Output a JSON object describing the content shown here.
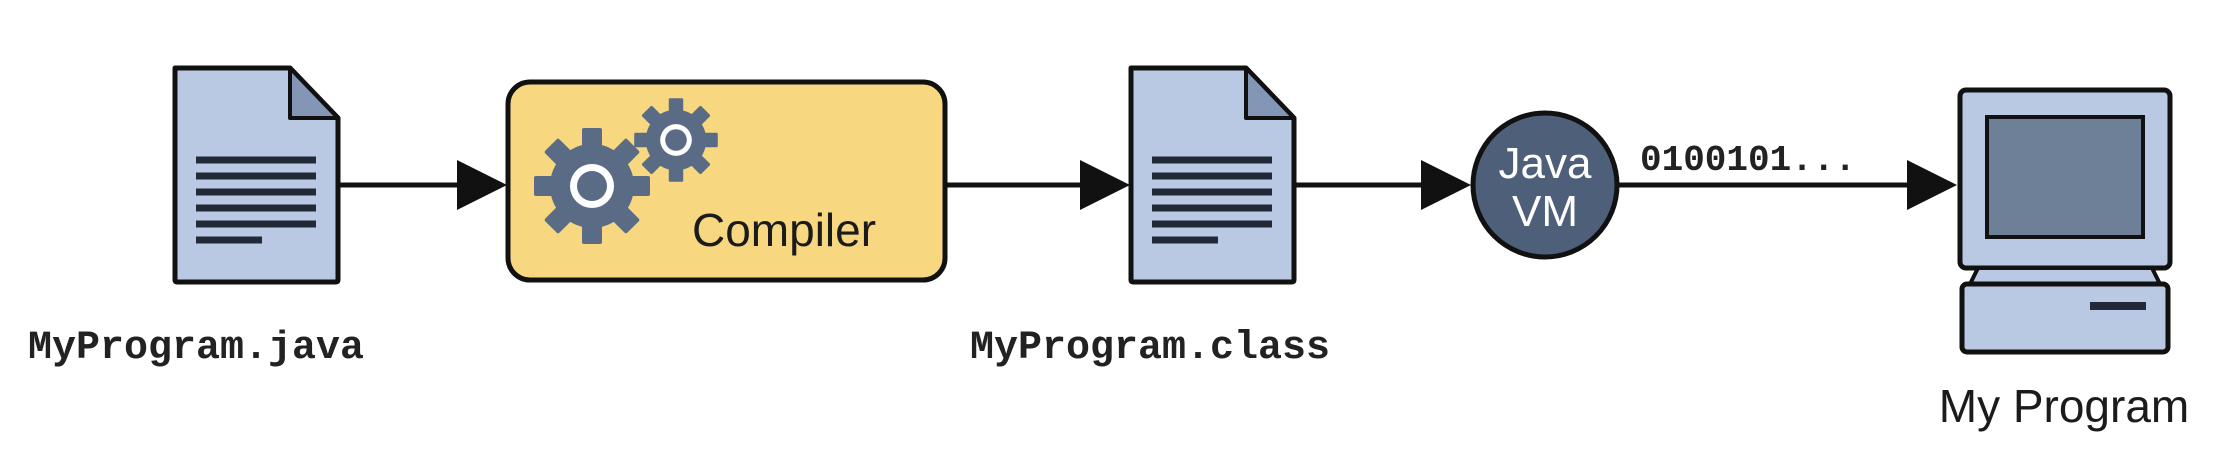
{
  "diagram": {
    "nodes": {
      "source_file": {
        "label": "MyProgram.java"
      },
      "compiler": {
        "label": "Compiler"
      },
      "class_file": {
        "label": "MyProgram.class"
      },
      "java_vm": {
        "line1": "Java",
        "line2": "VM"
      },
      "computer": {
        "label": "My Program"
      }
    },
    "edges": {
      "vm_to_computer": {
        "label": "0100101..."
      }
    },
    "colors": {
      "document_fill": "#b9c9e3",
      "document_stroke": "#111111",
      "compiler_fill": "#f7d77f",
      "gear_fill": "#5a6b85",
      "vm_fill": "#4e5f79",
      "screen_fill": "#6e7f98",
      "arrow": "#111111"
    },
    "icons": [
      "document-icon",
      "gear-icon",
      "computer-icon"
    ]
  }
}
